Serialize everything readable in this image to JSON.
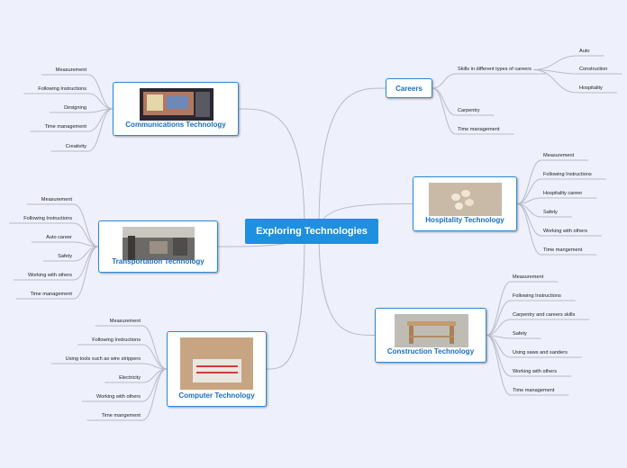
{
  "center_topic": "Exploring Technologies",
  "careers": {
    "title": "Careers",
    "skills": "Skills in different types of careers",
    "skill_types": [
      "Auto",
      "Construction",
      "Hospitality"
    ],
    "items": [
      "Carpentry",
      "Time management"
    ]
  },
  "communications": {
    "title": "Communications Technology",
    "image": "computer-screen-photo",
    "items": [
      "Measurement",
      "Following Instructions",
      "Designing",
      "Time management",
      "Creativity"
    ]
  },
  "transportation": {
    "title": "Transportation Technology",
    "image": "workshop-photo",
    "items": [
      "Measurement",
      "Following Instructions",
      "Auto career",
      "Safety",
      "Working with others",
      "Time management"
    ]
  },
  "computer": {
    "title": "Computer Technology",
    "image": "breadboard-photo",
    "items": [
      "Measurement",
      "Following Instructions",
      "Using tools such as wire strippers",
      "Electricity",
      "Working with others",
      "Time mangement"
    ]
  },
  "hospitality": {
    "title": "Hospitality Technology",
    "image": "cookies-photo",
    "items": [
      "Measurement",
      "Following Instructions",
      "Hospitality career",
      "Safety",
      "Working with others",
      "Time mangement"
    ]
  },
  "construction": {
    "title": "Construction Technology",
    "image": "wooden-table-photo",
    "items": [
      "Measurement",
      "Following Instructions",
      "Carpentry and careers skills",
      "Safety",
      "Using saws and sanders",
      "Working with others",
      "Time management"
    ]
  },
  "colors": {
    "center": "#1f8fe0",
    "topic_border": "#2a8ad9",
    "topic_text": "#1a6fc4",
    "link": "#b8bac8",
    "background": "#eef0fb"
  }
}
